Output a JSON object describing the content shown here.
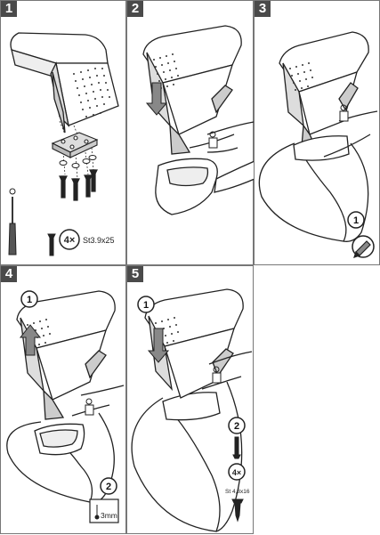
{
  "panels": [
    {
      "number": "1"
    },
    {
      "number": "2"
    },
    {
      "number": "3"
    },
    {
      "number": "4"
    },
    {
      "number": "5"
    }
  ],
  "panel1": {
    "screw_count": "4×",
    "screw_spec": "St3.9x25"
  },
  "panel3": {
    "step_number": "1"
  },
  "panel4": {
    "step_one": "1",
    "step_two": "2",
    "drill_size": "3mm"
  },
  "panel5": {
    "step_one": "1",
    "step_two": "2",
    "screw_count": "4×",
    "screw_spec": "St 4,8x16"
  }
}
